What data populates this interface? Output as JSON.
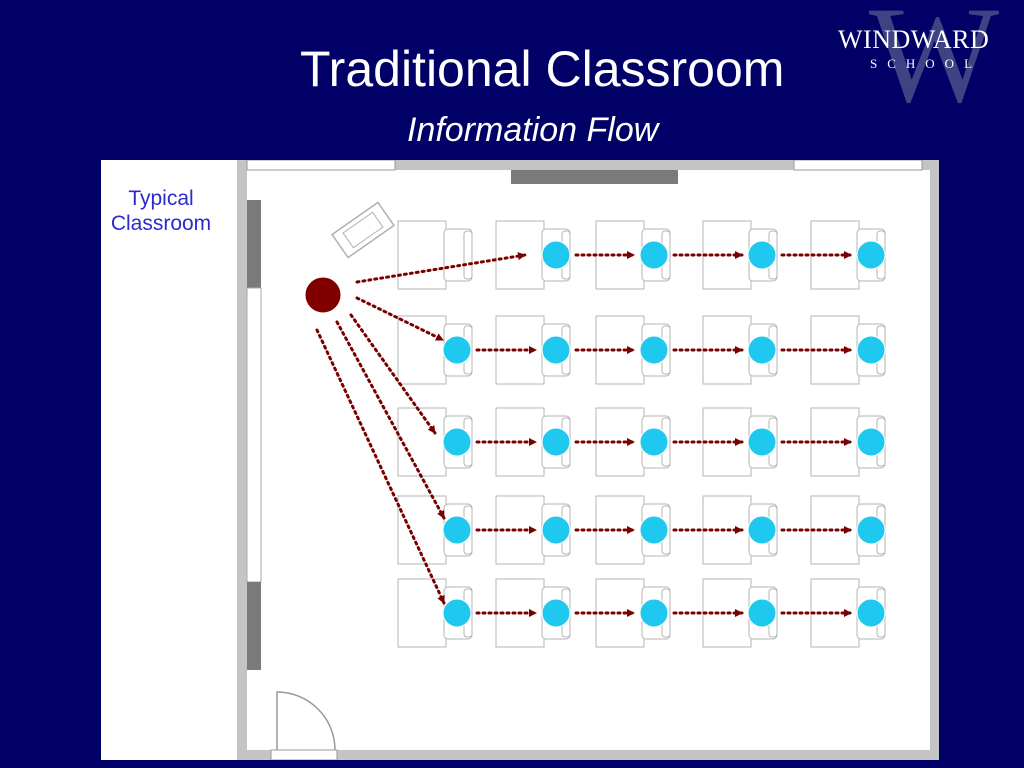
{
  "slide": {
    "title": "Traditional Classroom",
    "subtitle": "Information Flow"
  },
  "logo": {
    "monogram": "W",
    "name": "WINDWARD",
    "subname": "SCHOOL"
  },
  "diagram": {
    "legend": "Typical Classroom",
    "colors": {
      "background": "#000066",
      "teacher": "#800000",
      "student": "#1ec8ee",
      "arrow": "#7a0000",
      "wall": "#c0c0c0",
      "window": "#808080"
    },
    "teacher": 1,
    "rows": 5,
    "desks_per_row": 5,
    "students_per_row": [
      4,
      5,
      5,
      5,
      5
    ]
  }
}
